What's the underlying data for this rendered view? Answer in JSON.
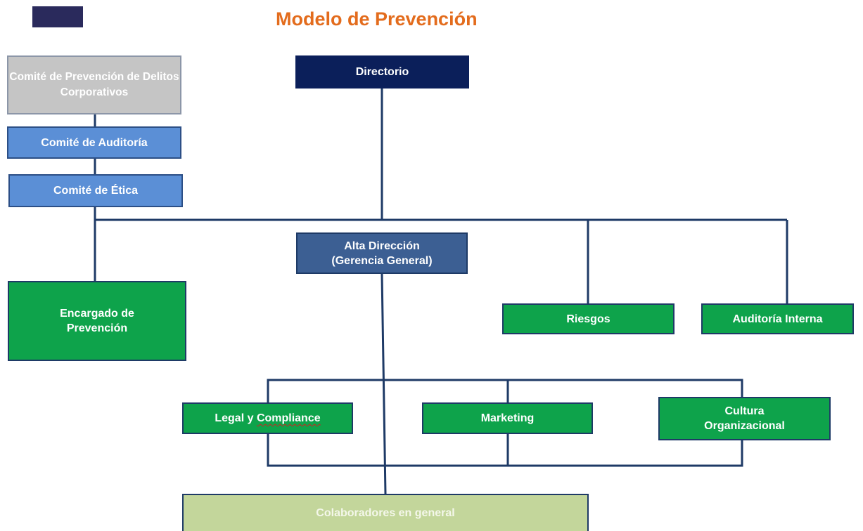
{
  "title": "Modelo de Prevención",
  "colors": {
    "title": "#e36c1d",
    "connector": "#1e3a66",
    "navy": "#0b1f5a",
    "steel_blue": "#3c5f93",
    "light_blue": "#5b8fd6",
    "green": "#0ea34b",
    "pale_green": "#c3d69b",
    "grey": "#c5c5c5",
    "logo": "#2a2a5c"
  },
  "nodes": {
    "comite_prevencion": "Comité de Prevención de Delitos Corporativos",
    "comite_auditoria": "Comité de Auditoría",
    "comite_etica": "Comité de Ética",
    "directorio": "Directorio",
    "alta_direccion_line1": "Alta Dirección",
    "alta_direccion_line2": "(Gerencia General)",
    "encargado": "Encargado de Prevención",
    "riesgos": "Riesgos",
    "auditoria_interna": "Auditoría Interna",
    "legal_prefix": "Legal y ",
    "legal_word": "Compliance",
    "marketing": "Marketing",
    "cultura": "Cultura Organizacional",
    "colaboradores": "Colaboradores en general"
  },
  "edges": [
    {
      "from": "Directorio",
      "to": "Alta Dirección (Gerencia General)"
    },
    {
      "from": "Directorio",
      "to": "Riesgos"
    },
    {
      "from": "Directorio",
      "to": "Auditoría Interna"
    },
    {
      "from": "Directorio",
      "to": "Comité de Ética"
    },
    {
      "from": "Comité de Ética",
      "to": "Comité de Auditoría"
    },
    {
      "from": "Comité de Auditoría",
      "to": "Comité de Prevención de Delitos Corporativos"
    },
    {
      "from": "Comité de Ética",
      "to": "Encargado de Prevención"
    },
    {
      "from": "Alta Dirección (Gerencia General)",
      "to": "Colaboradores en general"
    },
    {
      "from": "Alta Dirección (Gerencia General)",
      "to": "Legal y Compliance"
    },
    {
      "from": "Alta Dirección (Gerencia General)",
      "to": "Marketing"
    },
    {
      "from": "Alta Dirección (Gerencia General)",
      "to": "Cultura Organizacional"
    }
  ]
}
